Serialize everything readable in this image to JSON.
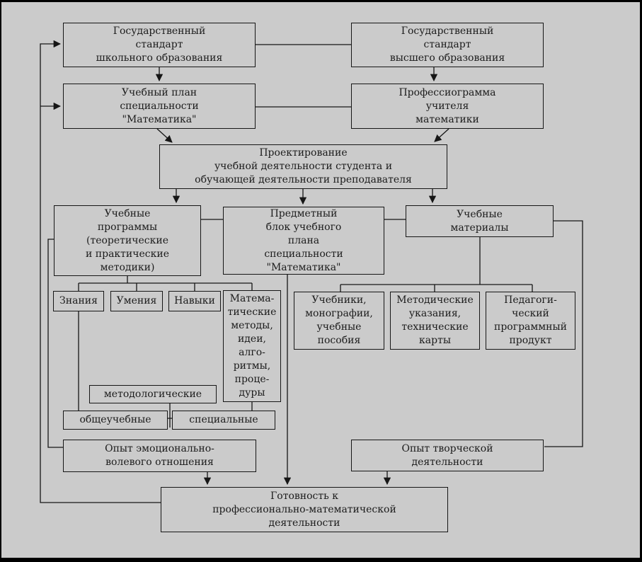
{
  "colors": {
    "background": "#cbcbcb",
    "line": "#161616",
    "frame": "#000000",
    "text": "#1c1c1c"
  },
  "nodes": {
    "std_school": "Государственный\nстандарт\nшкольного образования",
    "std_high": "Государственный\nстандарт\nвысшего образования",
    "curriculum": "Учебный план\nспециальности\n\"Математика\"",
    "professiogram": "Профессиограмма\nучителя\nматематики",
    "design": "Проектирование\nучебной деятельности студента и\nобучающей деятельности преподавателя",
    "programs": "Учебные\nпрограммы\n(теоретические\nи практические\nметодики)",
    "subject_block": "Предметный\nблок учебного\nплана\nспециальности\n\"Математика\"",
    "materials": "Учебные\nматериалы",
    "znania": "Знания",
    "umenia": "Умения",
    "navyki": "Навыки",
    "mat_methods": "Матема-\nтические\nметоды,\nидеи,\nалго-\nритмы,\nпроце-\nдуры",
    "uchebniki": "Учебники,\nмонографии,\nучебные\nпособия",
    "metodich": "Методические\nуказания,\nтехнические\nкарты",
    "pedagog": "Педагоги-\nческий\nпрограммный\nпродукт",
    "metodolog": "методологические",
    "obshcheuch": "общеучебные",
    "special": "специальные",
    "opyt_emoc": "Опыт эмоционально-\nволевого отношения",
    "opyt_tvorch": "Опыт творческой\nдеятельности",
    "gotovnost": "Готовность к\nпрофессионально-математической\nдеятельности"
  }
}
